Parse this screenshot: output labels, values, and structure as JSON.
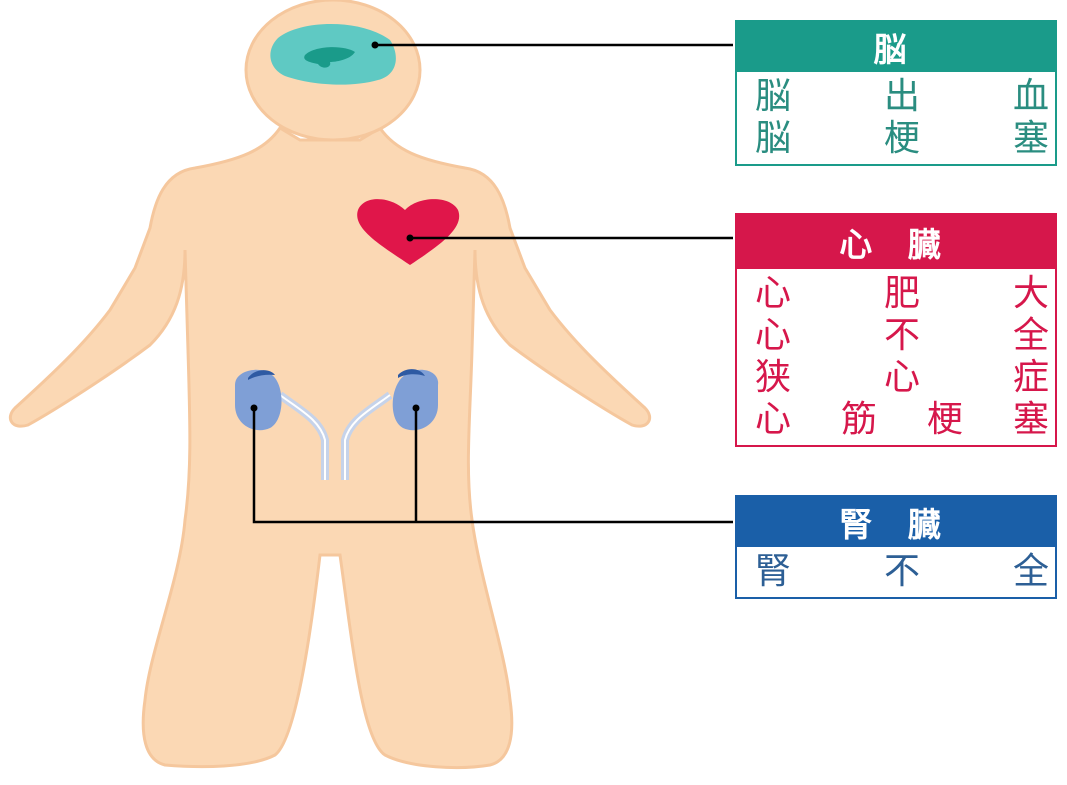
{
  "panels": {
    "brain": {
      "title": "脳",
      "rows": [
        [
          "脳",
          "出",
          "血"
        ],
        [
          "脳",
          "梗",
          "塞"
        ]
      ],
      "color": "#1a9b8a"
    },
    "heart": {
      "title": "心 臓",
      "rows": [
        [
          "心",
          "肥",
          "大"
        ],
        [
          "心",
          "不",
          "全"
        ],
        [
          "狭",
          "心",
          "症"
        ],
        [
          "心",
          "筋",
          "梗",
          "塞"
        ]
      ],
      "color": "#d6174b"
    },
    "kidney": {
      "title": "腎 臓",
      "rows": [
        [
          "腎",
          "不",
          "全"
        ]
      ],
      "color": "#1a5fa8"
    }
  },
  "colors": {
    "skin": "#fbd8b4",
    "skin_outline": "#f5c79d",
    "brain": "#5fc9c3",
    "brain_inner": "#1a9b8a",
    "heart": "#e0164a",
    "kidney": "#7f9fd6",
    "kidney_dark": "#2e5aa3",
    "ureter": "#c6d3ea",
    "leader_line": "#000000"
  }
}
